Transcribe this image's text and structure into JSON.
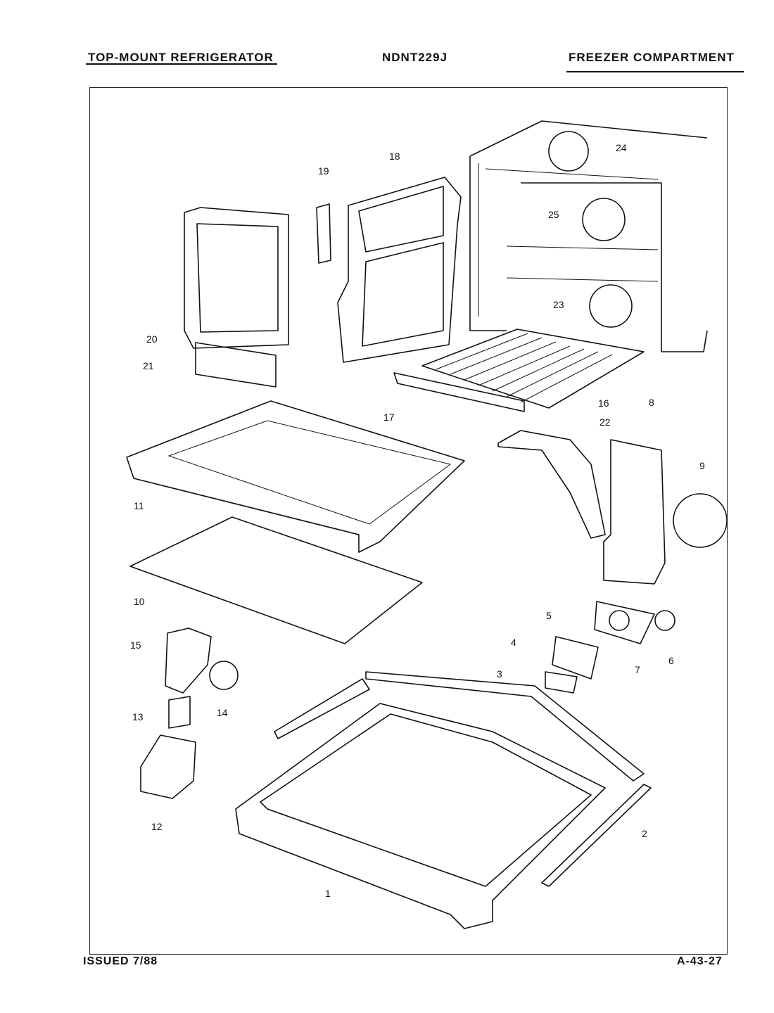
{
  "header": {
    "left": "TOP-MOUNT REFRIGERATOR",
    "model": "NDNT229J",
    "right": "FREEZER COMPARTMENT"
  },
  "footer": {
    "issued": "ISSUED 7/88",
    "page": "A-43-27"
  },
  "callouts": [
    "1",
    "2",
    "3",
    "4",
    "5",
    "6",
    "7",
    "8",
    "9",
    "10",
    "11",
    "12",
    "13",
    "14",
    "15",
    "16",
    "17",
    "18",
    "19",
    "20",
    "21",
    "22",
    "23",
    "24",
    "25"
  ]
}
